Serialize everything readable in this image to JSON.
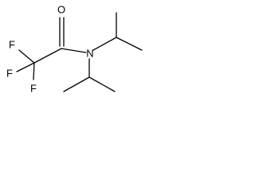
{
  "molecule": {
    "atoms": {
      "oxygen": "O",
      "nitrogen": "N",
      "fluorine_upper": "F",
      "fluorine_left": "F",
      "fluorine_lower": "F"
    }
  }
}
